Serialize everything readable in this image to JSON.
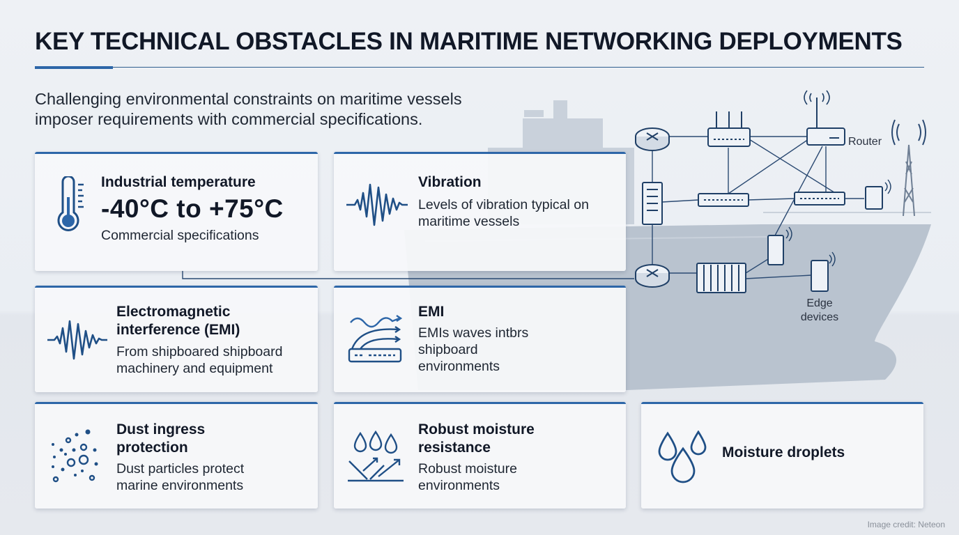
{
  "title": "KEY TECHNICAL OBSTACLES IN MARITIME NETWORKING DEPLOYMENTS",
  "subtitle": "Challenging environmental constraints on maritime vessels imposer requirements with commercial specifications.",
  "network": {
    "router_label": "Router",
    "edge_label_line1": "Edge",
    "edge_label_line2": "devices"
  },
  "cards": [
    {
      "title": "Industrial temperature",
      "big": "-40°C to +75°C",
      "body": "Commercial specifications",
      "icon": "thermometer-icon"
    },
    {
      "title": "Vibration",
      "body": "Levels of vibration typical on maritime vessels",
      "icon": "vibration-wave-icon"
    },
    {
      "title": "Electromagnetic interference (EMI)",
      "body": "From shipboared shipboard machinery and equipment",
      "icon": "emi-wave-icon"
    },
    {
      "title": "EMI",
      "body": "EMIs waves intbrs shipboard environments",
      "icon": "emi-device-icon"
    },
    {
      "title": "Dust ingress protection",
      "body": "Dust particles protect marine environments",
      "icon": "dust-particles-icon"
    },
    {
      "title": "Robust moisture resistance",
      "body": "Robust moisture environments",
      "icon": "moisture-resistance-icon"
    },
    {
      "title": "Moisture droplets",
      "icon": "water-droplets-icon"
    }
  ],
  "credit": "Image credit: Neteon",
  "colors": {
    "accent": "#2d66a8",
    "icon": "#1f4f86",
    "ship": "#b9c3cf"
  }
}
